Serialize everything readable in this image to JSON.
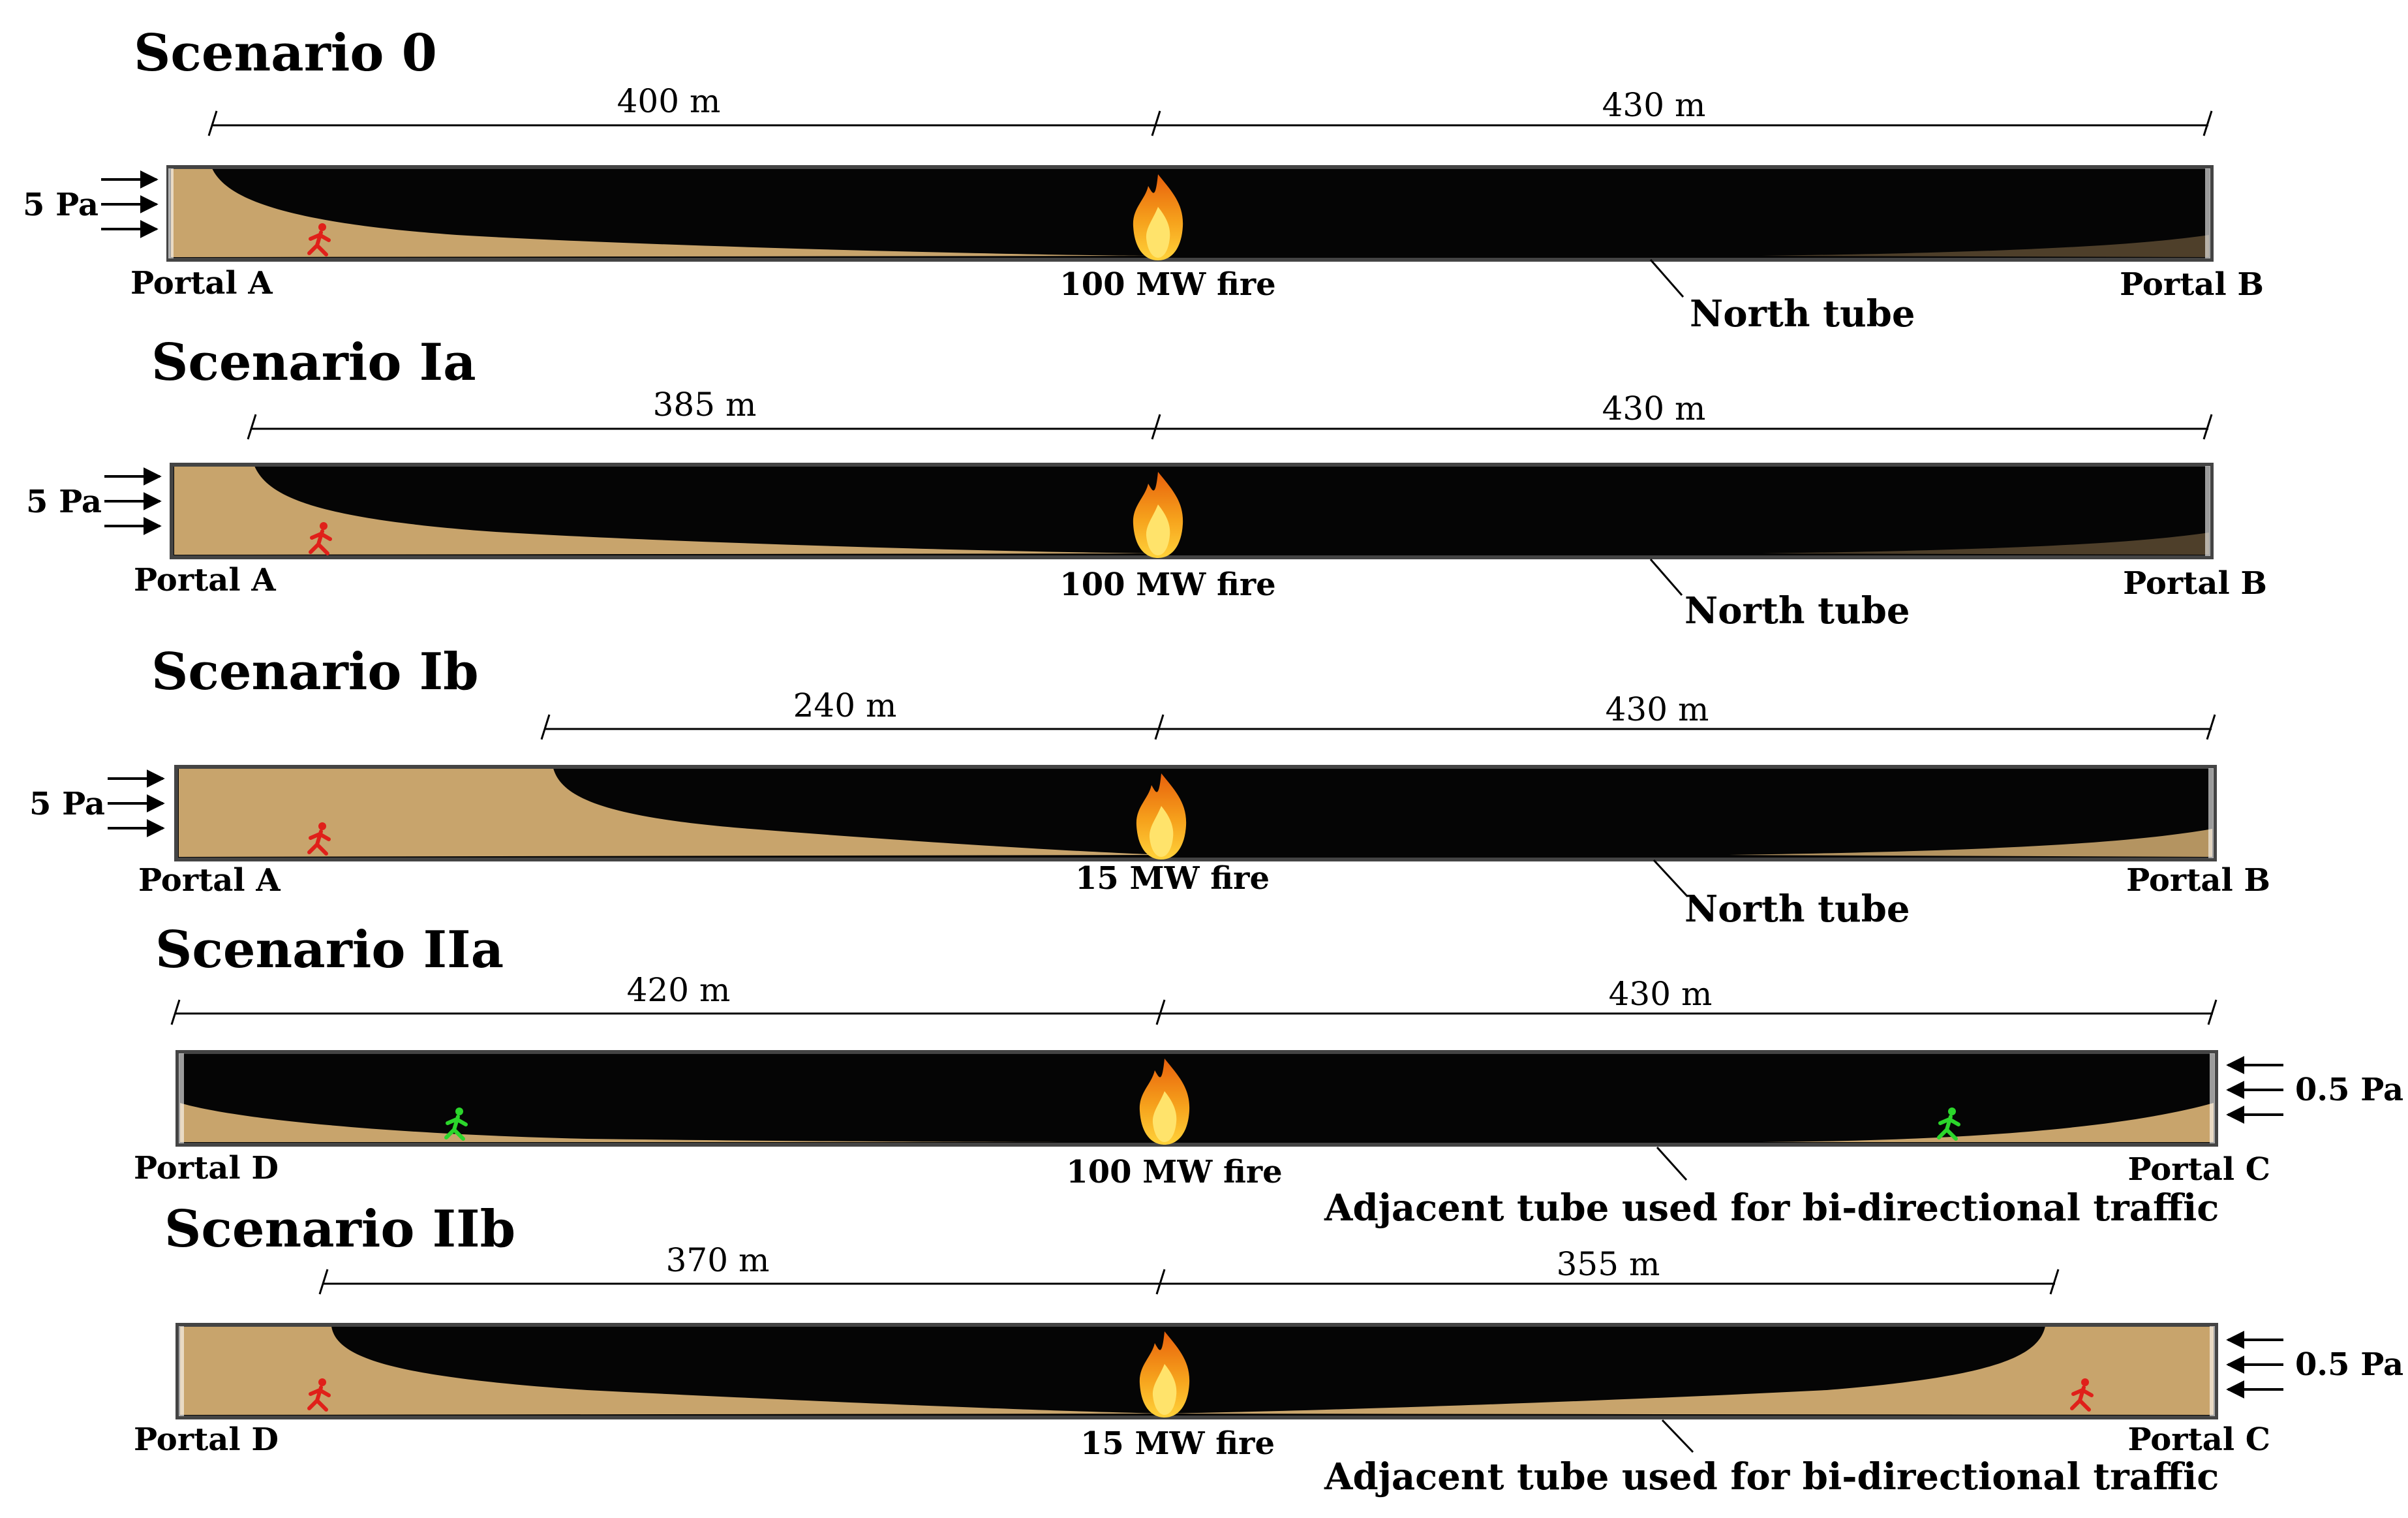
{
  "scenarios": [
    {
      "id": "s0",
      "title": "Scenario 0",
      "dim_left": "400 m",
      "dim_right": "430 m",
      "portal_left": "Portal A",
      "portal_right": "Portal B",
      "fire": "100 MW fire",
      "tube": "North tube",
      "pressure": "5 Pa",
      "pressure_side": "left",
      "evacuee_color": "red",
      "evacuee_count": 1
    },
    {
      "id": "s1a",
      "title": "Scenario Ia",
      "dim_left": "385 m",
      "dim_right": "430 m",
      "portal_left": "Portal A",
      "portal_right": "Portal B",
      "fire": "100 MW fire",
      "tube": "North tube",
      "pressure": "5 Pa",
      "pressure_side": "left",
      "evacuee_color": "red",
      "evacuee_count": 1
    },
    {
      "id": "s1b",
      "title": "Scenario Ib",
      "dim_left": "240 m",
      "dim_right": "430 m",
      "portal_left": "Portal A",
      "portal_right": "Portal B",
      "fire": "15 MW fire",
      "tube": "North tube",
      "pressure": "5 Pa",
      "pressure_side": "left",
      "evacuee_color": "red",
      "evacuee_count": 1
    },
    {
      "id": "s2a",
      "title": "Scenario IIa",
      "dim_left": "420 m",
      "dim_right": "430 m",
      "portal_left": "Portal D",
      "portal_right": "Portal C",
      "fire": "100 MW fire",
      "tube": "Adjacent tube used for bi-directional traffic",
      "pressure": "0.5 Pa",
      "pressure_side": "right",
      "evacuee_color": "green",
      "evacuee_count": 2
    },
    {
      "id": "s2b",
      "title": "Scenario IIb",
      "dim_left": "370 m",
      "dim_right": "355 m",
      "portal_left": "Portal D",
      "portal_right": "Portal C",
      "fire": "15 MW fire",
      "tube": "Adjacent tube used for bi-directional traffic",
      "pressure": "0.5 Pa",
      "pressure_side": "right",
      "evacuee_color": "red",
      "evacuee_count": 2
    }
  ],
  "colors": {
    "smoke": "#050505",
    "clear_air": "#c8a46c",
    "tunnel_border": "#444444",
    "flame_outer": "#f07a10",
    "flame_inner": "#ffd23a",
    "evacuee_red": "#e0201a",
    "evacuee_green": "#2bd62b"
  }
}
